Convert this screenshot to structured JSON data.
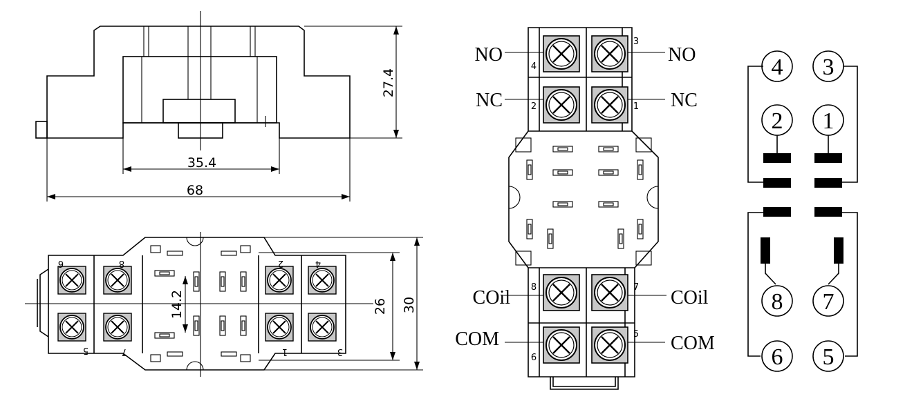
{
  "dimensions": {
    "height_side": "27.4",
    "inner_width": "35.4",
    "outer_width": "68",
    "pin_spacing": "14.2",
    "inner_height": "26",
    "outer_height": "30"
  },
  "terminal_labels": {
    "no": "NO",
    "nc": "NC",
    "coil": "COil",
    "com": "COM"
  },
  "socket_numbers": {
    "top_left": "4",
    "top_right": "3",
    "mid_left": "2",
    "mid_right": "1",
    "coil_left": "8",
    "coil_right": "7",
    "bottom_left": "6",
    "bottom_right": "5"
  },
  "bottom_view_numbers": {
    "row1": [
      "6",
      "8",
      "2",
      "4"
    ],
    "row2": [
      "5",
      "7",
      "1",
      "3"
    ]
  },
  "schematic_pins": {
    "p4": "4",
    "p3": "3",
    "p2": "2",
    "p1": "1",
    "p8": "8",
    "p7": "7",
    "p6": "6",
    "p5": "5"
  },
  "colors": {
    "line": "#000000",
    "background": "#ffffff",
    "terminal_fill": "#c8c8c8"
  }
}
